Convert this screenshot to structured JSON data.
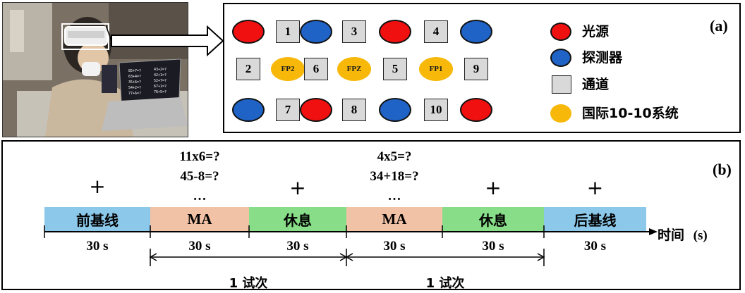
{
  "panel_a": {
    "label": "(a)",
    "rows": [
      [
        {
          "k": "red"
        },
        {
          "k": "chan",
          "t": "1"
        },
        {
          "k": "blue"
        },
        {
          "k": "chan",
          "t": "3"
        },
        {
          "k": "red"
        },
        {
          "k": "chan",
          "t": "4"
        },
        {
          "k": "blue"
        }
      ],
      [
        {
          "k": "chan",
          "t": "2"
        },
        {
          "k": "yellow",
          "t": "FP2"
        },
        {
          "k": "chan",
          "t": "6"
        },
        {
          "k": "yellow",
          "t": "FPZ"
        },
        {
          "k": "chan",
          "t": "5"
        },
        {
          "k": "yellow",
          "t": "FP1"
        },
        {
          "k": "chan",
          "t": "9"
        }
      ],
      [
        {
          "k": "blue"
        },
        {
          "k": "chan",
          "t": "7"
        },
        {
          "k": "red"
        },
        {
          "k": "chan",
          "t": "8"
        },
        {
          "k": "blue"
        },
        {
          "k": "chan",
          "t": "10"
        },
        {
          "k": "red"
        }
      ]
    ],
    "legend": [
      {
        "kind": "red",
        "label": "光源"
      },
      {
        "kind": "blue",
        "label": "探测器"
      },
      {
        "kind": "chan",
        "label": "通道"
      },
      {
        "kind": "yellow",
        "label": "国际10-10系统"
      }
    ],
    "colors": {
      "source": "#f01010",
      "detector": "#1f63c6",
      "channel": "#d9d9d9",
      "standard": "#f7b80a"
    }
  },
  "panel_b": {
    "label": "(b)",
    "segments": [
      {
        "label": "前基线",
        "duration": "30 s",
        "color": "#8cc8ea",
        "marker": "+"
      },
      {
        "label": "MA",
        "duration": "30 s",
        "color": "#f2c2a6",
        "task": [
          "11x6=?",
          "45-8=?",
          "…"
        ]
      },
      {
        "label": "休息",
        "duration": "30 s",
        "color": "#88dd88",
        "marker": "+"
      },
      {
        "label": "MA",
        "duration": "30 s",
        "color": "#f2c2a6",
        "task": [
          "4x5=?",
          "34+18=?",
          "…"
        ]
      },
      {
        "label": "休息",
        "duration": "30 s",
        "color": "#88dd88",
        "marker": "+"
      },
      {
        "label": "后基线",
        "duration": "30 s",
        "color": "#8cc8ea",
        "marker": "+"
      }
    ],
    "axis_label": "时间",
    "axis_unit": "(s)",
    "trial_label": "1 试次"
  },
  "photo": {
    "screen_lines_left": [
      "85+7=?",
      "63+4=?",
      "35+6=?",
      "54+2=?",
      "77+6=?"
    ],
    "screen_lines_right": [
      "43+2=?",
      "42+1=?",
      "52+7=?",
      "67+1=?",
      "76+5=?"
    ]
  }
}
